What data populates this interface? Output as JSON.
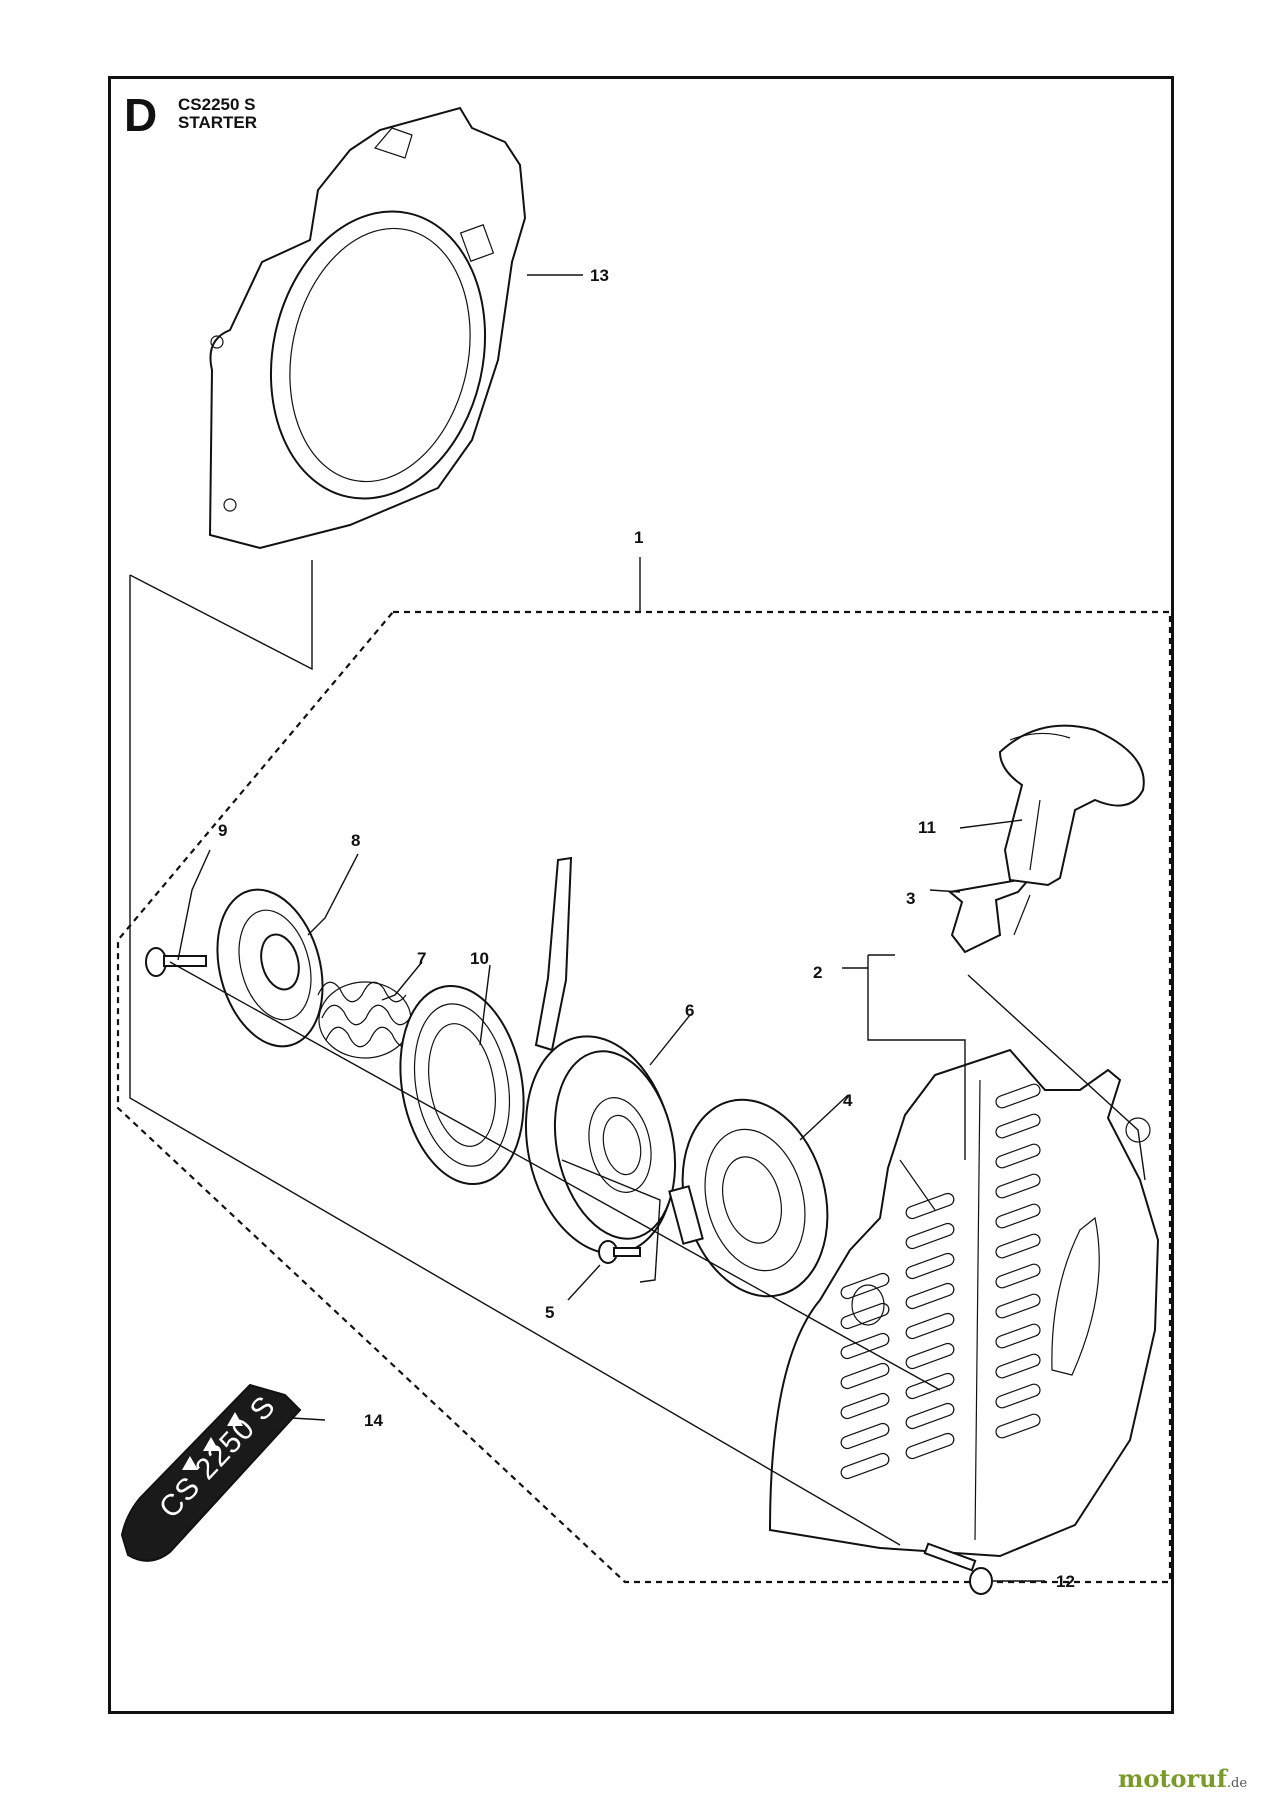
{
  "section": {
    "letter": "D",
    "model": "CS2250 S",
    "title": "STARTER"
  },
  "callouts": [
    "1",
    "2",
    "3",
    "4",
    "5",
    "6",
    "7",
    "8",
    "9",
    "10",
    "11",
    "12",
    "13",
    "14"
  ],
  "decal_text": "CS 2250 S",
  "watermark": {
    "name": "motoruf",
    "tld": ".de"
  }
}
